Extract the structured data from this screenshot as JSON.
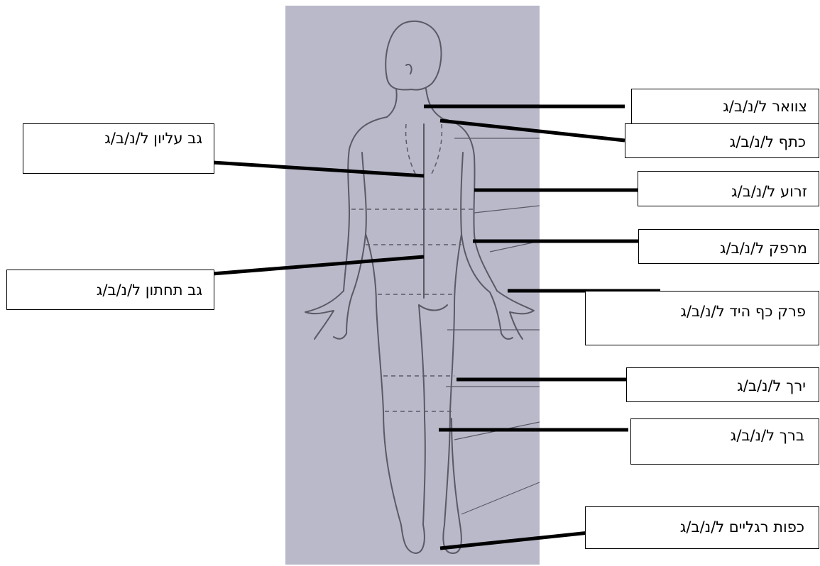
{
  "labels": {
    "neck": "צוואר  ל/נ/ב/ג",
    "shoulder": "כתף  ל/נ/ב/ג",
    "upper_back": "גב עליון  ל/נ/ב/ג",
    "arm": "זרוע  ל/נ/ב/ג",
    "elbow": "מרפק  ל/נ/ב/ג",
    "lower_back": "גב תחתון ל/נ/ב/ג",
    "wrist": "פרק כף היד ל/נ/ב/ג",
    "thigh": "ירך   ל/נ/ב/ג",
    "knee": "ברך   ל/נ/ב/ג",
    "feet": "כפות רגליים ל/נ/ב/ג"
  },
  "colors": {
    "paper": "#b9b9ca",
    "outline": "#5a5a66",
    "leader": "#000000"
  }
}
